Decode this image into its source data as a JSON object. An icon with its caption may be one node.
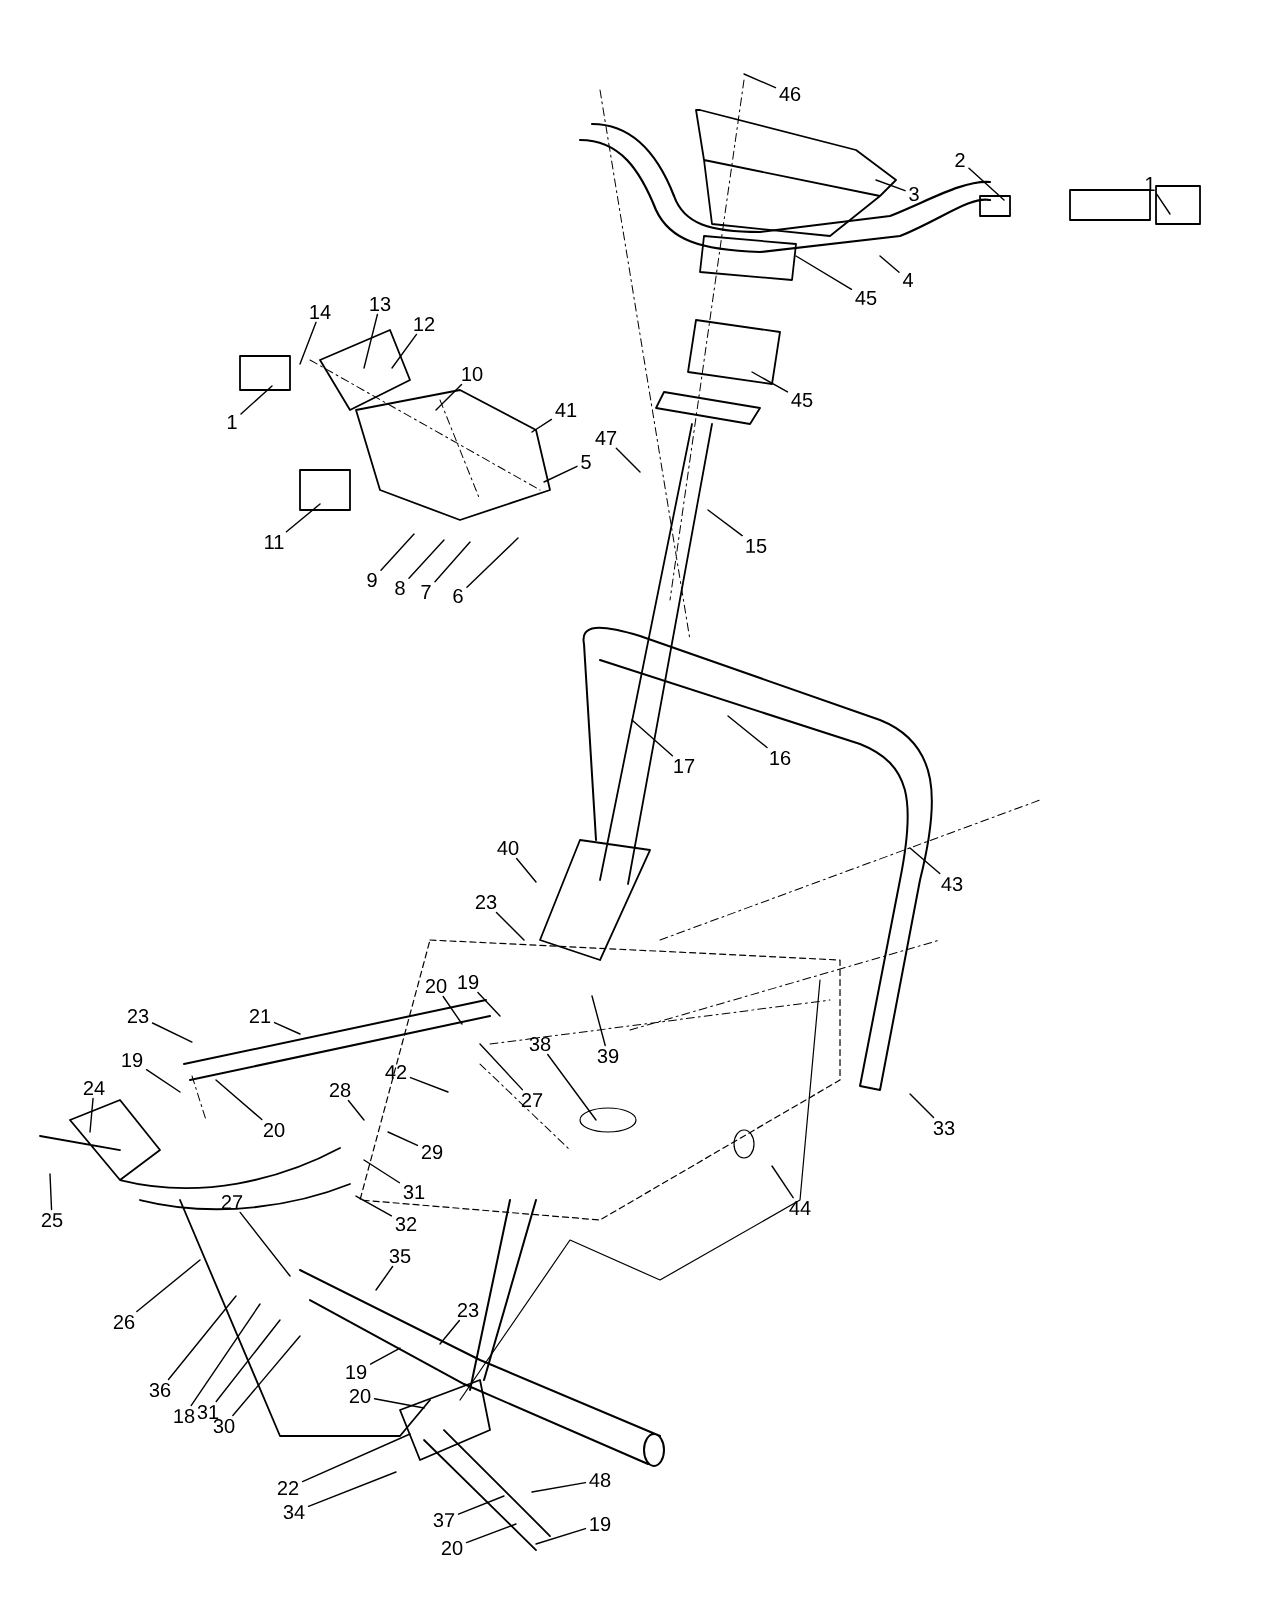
{
  "diagram": {
    "nodes": [
      {
        "text": [
          "46"
        ]
      },
      {
        "text": [
          "3"
        ]
      },
      {
        "text": [
          "2"
        ]
      },
      {
        "text": [
          "1"
        ]
      },
      {
        "text": [
          "4"
        ]
      },
      {
        "text": [
          "45"
        ]
      },
      {
        "text": [
          "45"
        ]
      },
      {
        "text": [
          "14"
        ]
      },
      {
        "text": [
          "13"
        ]
      },
      {
        "text": [
          "12"
        ]
      },
      {
        "text": [
          "1"
        ]
      },
      {
        "text": [
          "10"
        ]
      },
      {
        "text": [
          "41"
        ]
      },
      {
        "text": [
          "47"
        ]
      },
      {
        "text": [
          "5"
        ]
      },
      {
        "text": [
          "11"
        ]
      },
      {
        "text": [
          "9"
        ]
      },
      {
        "text": [
          "8"
        ]
      },
      {
        "text": [
          "7"
        ]
      },
      {
        "text": [
          "6"
        ]
      },
      {
        "text": [
          "15"
        ]
      },
      {
        "text": [
          "16"
        ]
      },
      {
        "text": [
          "17"
        ]
      },
      {
        "text": [
          "43"
        ]
      },
      {
        "text": [
          "40"
        ]
      },
      {
        "text": [
          "23"
        ]
      },
      {
        "text": [
          "20"
        ]
      },
      {
        "text": [
          "19"
        ]
      },
      {
        "text": [
          "39"
        ]
      },
      {
        "text": [
          "27"
        ]
      },
      {
        "text": [
          "38"
        ]
      },
      {
        "text": [
          "23"
        ]
      },
      {
        "text": [
          "21"
        ]
      },
      {
        "text": [
          "19"
        ]
      },
      {
        "text": [
          "20"
        ]
      },
      {
        "text": [
          "28"
        ]
      },
      {
        "text": [
          "42"
        ]
      },
      {
        "text": [
          "29"
        ]
      },
      {
        "text": [
          "31"
        ]
      },
      {
        "text": [
          "32"
        ]
      },
      {
        "text": [
          "24"
        ]
      },
      {
        "text": [
          "25"
        ]
      },
      {
        "text": [
          "26"
        ]
      },
      {
        "text": [
          "27"
        ]
      },
      {
        "text": [
          "33"
        ]
      },
      {
        "text": [
          "44"
        ]
      },
      {
        "text": [
          "23"
        ]
      },
      {
        "text": [
          "35"
        ]
      },
      {
        "text": [
          "36"
        ]
      },
      {
        "text": [
          "18"
        ]
      },
      {
        "text": [
          "31"
        ]
      },
      {
        "text": [
          "30"
        ]
      },
      {
        "text": [
          "19"
        ]
      },
      {
        "text": [
          "20"
        ]
      },
      {
        "text": [
          "22"
        ]
      },
      {
        "text": [
          "34"
        ]
      },
      {
        "text": [
          "37"
        ]
      },
      {
        "text": [
          "20"
        ]
      },
      {
        "text": [
          "48"
        ]
      },
      {
        "text": [
          "19"
        ]
      }
    ],
    "edges": [
      {
        "from": 0,
        "to": null,
        "arrow": "none"
      },
      {
        "from": 1,
        "to": null,
        "arrow": "none"
      },
      {
        "from": 2,
        "to": null,
        "arrow": "none"
      },
      {
        "from": 3,
        "to": null,
        "arrow": "none"
      },
      {
        "from": 4,
        "to": null,
        "arrow": "none"
      },
      {
        "from": 5,
        "to": null,
        "arrow": "none"
      },
      {
        "from": 6,
        "to": null,
        "arrow": "none"
      },
      {
        "from": 7,
        "to": null,
        "arrow": "none"
      },
      {
        "from": 8,
        "to": null,
        "arrow": "none"
      },
      {
        "from": 9,
        "to": null,
        "arrow": "none"
      },
      {
        "from": 10,
        "to": null,
        "arrow": "none"
      },
      {
        "from": 11,
        "to": null,
        "arrow": "none"
      },
      {
        "from": 12,
        "to": null,
        "arrow": "none"
      },
      {
        "from": 13,
        "to": null,
        "arrow": "none"
      },
      {
        "from": 14,
        "to": null,
        "arrow": "none"
      },
      {
        "from": 15,
        "to": null,
        "arrow": "none"
      },
      {
        "from": 16,
        "to": null,
        "arrow": "none"
      },
      {
        "from": 17,
        "to": null,
        "arrow": "none"
      },
      {
        "from": 18,
        "to": null,
        "arrow": "none"
      },
      {
        "from": 19,
        "to": null,
        "arrow": "none"
      },
      {
        "from": 20,
        "to": null,
        "arrow": "none"
      },
      {
        "from": 21,
        "to": null,
        "arrow": "none"
      },
      {
        "from": 22,
        "to": null,
        "arrow": "none"
      },
      {
        "from": 23,
        "to": null,
        "arrow": "none"
      },
      {
        "from": 24,
        "to": null,
        "arrow": "none"
      },
      {
        "from": 25,
        "to": null,
        "arrow": "none"
      },
      {
        "from": 26,
        "to": null,
        "arrow": "none"
      },
      {
        "from": 27,
        "to": null,
        "arrow": "none"
      },
      {
        "from": 28,
        "to": null,
        "arrow": "none"
      },
      {
        "from": 29,
        "to": null,
        "arrow": "none"
      },
      {
        "from": 30,
        "to": null,
        "arrow": "none"
      },
      {
        "from": 31,
        "to": null,
        "arrow": "none"
      },
      {
        "from": 32,
        "to": null,
        "arrow": "none"
      },
      {
        "from": 33,
        "to": null,
        "arrow": "none"
      },
      {
        "from": 34,
        "to": null,
        "arrow": "none"
      },
      {
        "from": 35,
        "to": null,
        "arrow": "none"
      },
      {
        "from": 36,
        "to": null,
        "arrow": "none"
      },
      {
        "from": 37,
        "to": null,
        "arrow": "none"
      },
      {
        "from": 38,
        "to": null,
        "arrow": "none"
      },
      {
        "from": 39,
        "to": null,
        "arrow": "none"
      },
      {
        "from": 40,
        "to": null,
        "arrow": "none"
      },
      {
        "from": 41,
        "to": null,
        "arrow": "none"
      },
      {
        "from": 42,
        "to": null,
        "arrow": "none"
      },
      {
        "from": 43,
        "to": null,
        "arrow": "none"
      },
      {
        "from": 44,
        "to": null,
        "arrow": "none"
      },
      {
        "from": 45,
        "to": null,
        "arrow": "none"
      },
      {
        "from": 46,
        "to": null,
        "arrow": "none"
      },
      {
        "from": 47,
        "to": null,
        "arrow": "none"
      },
      {
        "from": 48,
        "to": null,
        "arrow": "none"
      },
      {
        "from": 49,
        "to": null,
        "arrow": "none"
      },
      {
        "from": 50,
        "to": null,
        "arrow": "none"
      },
      {
        "from": 51,
        "to": null,
        "arrow": "none"
      },
      {
        "from": 52,
        "to": null,
        "arrow": "none"
      },
      {
        "from": 53,
        "to": null,
        "arrow": "none"
      },
      {
        "from": 54,
        "to": null,
        "arrow": "none"
      },
      {
        "from": 55,
        "to": null,
        "arrow": "none"
      },
      {
        "from": 56,
        "to": null,
        "arrow": "none"
      },
      {
        "from": 57,
        "to": null,
        "arrow": "none"
      },
      {
        "from": 58,
        "to": null,
        "arrow": "none"
      },
      {
        "from": 59,
        "to": null,
        "arrow": "none"
      }
    ]
  }
}
